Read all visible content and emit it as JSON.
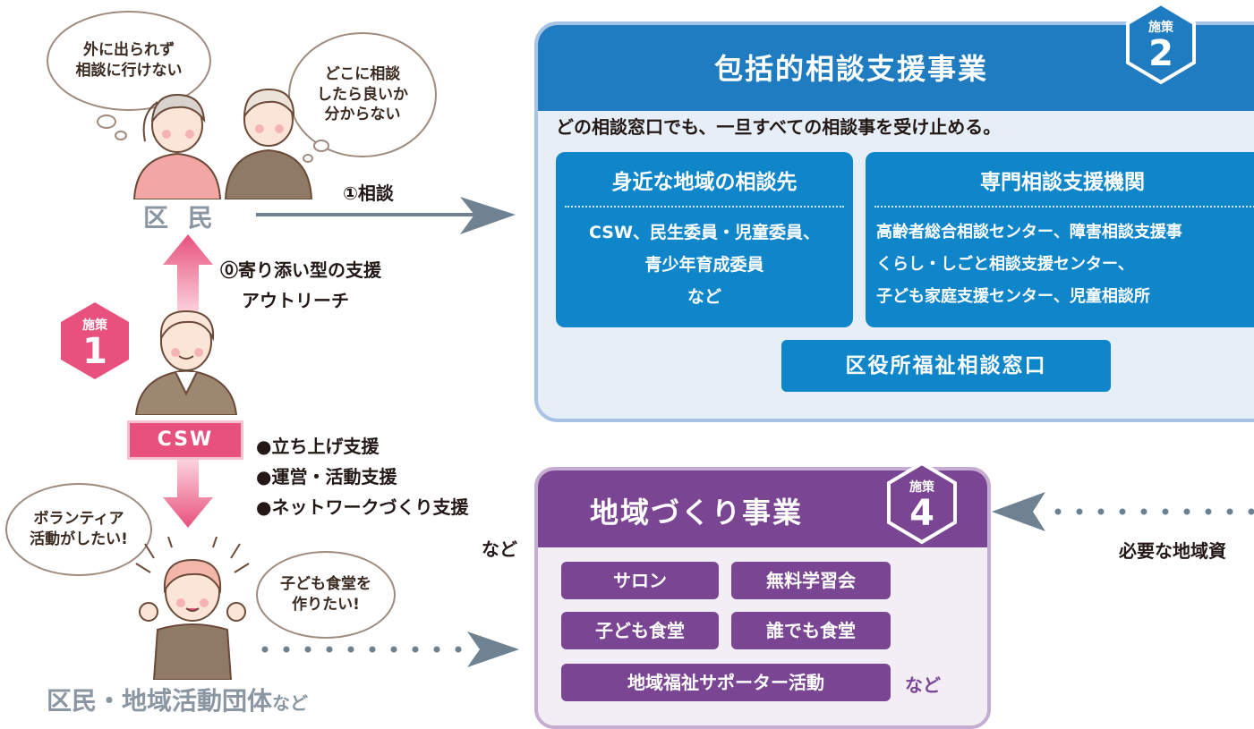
{
  "top_bubbles": {
    "left": "外に出られず\n相談に行けない",
    "right": "どこに相談\nしたら良いか\n分からない"
  },
  "kumin_label": "区 民",
  "consult_arrow_label": "①相談",
  "outreach": {
    "line1": "⓪寄り添い型の支援",
    "line2": "アウトリーチ"
  },
  "badge_1": {
    "small": "施策",
    "num": "1"
  },
  "csw_label": "CSW",
  "support_list": [
    "●立ち上げ支援",
    "●運営・活動支援",
    "●ネットワークづくり支援"
  ],
  "support_list_suffix": "など",
  "bottom_bubbles": {
    "left": "ボランティア\n活動がしたい!",
    "right": "子ども食堂を\n作りたい!"
  },
  "bottom_label": {
    "main": "区民・地域活動団体",
    "suffix": "など"
  },
  "blue_panel": {
    "title": "包括的相談支援事業",
    "badge": {
      "small": "施策",
      "num": "2"
    },
    "lead": "どの相談窓口でも、一旦すべての相談事を受け止める。",
    "local": {
      "heading": "身近な地域の相談先",
      "body": "CSW、民生委員・児童委員、\n青少年育成委員\nなど"
    },
    "specialist": {
      "heading": "専門相談支援機関",
      "body": "高齢者総合相談センター、障害相談支援事\nくらし・しごと相談支援センター、\n子ども家庭支援センター、児童相談所"
    },
    "ward_office": "区役所福祉相談窓口"
  },
  "purple_panel": {
    "title": "地域づくり事業",
    "badge": {
      "small": "施策",
      "num": "4"
    },
    "items": [
      "サロン",
      "無料学習会",
      "子ども食堂",
      "誰でも食堂",
      "地域福祉サポーター活動"
    ],
    "suffix": "など"
  },
  "right_label": "必要な地域資",
  "colors": {
    "blue": "#1f7cc1",
    "purple": "#7a4694",
    "pink": "#e8517d",
    "gray_arrow": "#6f8292"
  }
}
